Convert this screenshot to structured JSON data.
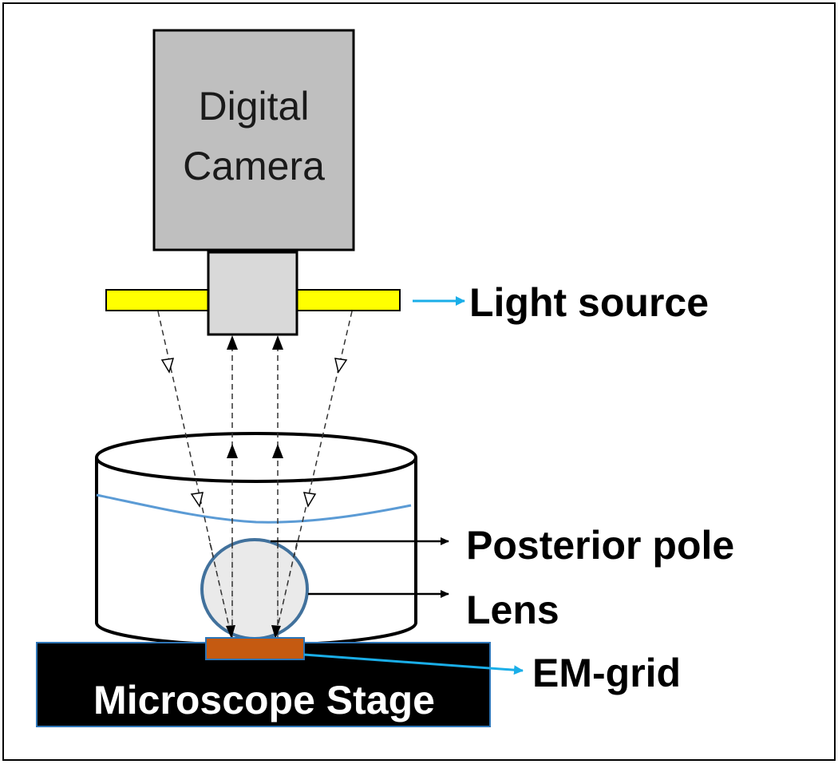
{
  "camera": {
    "line1": "Digital",
    "line2": "Camera"
  },
  "labels": {
    "light_source": "Light source",
    "posterior_pole": "Posterior pole",
    "lens": "Lens",
    "em_grid": "EM-grid"
  },
  "stage": {
    "label": "Microscope Stage"
  },
  "colors": {
    "camera_body": "#bfbfbf",
    "camera_lens": "#d9d9d9",
    "light_source": "#ffff00",
    "pointer_arrow": "#1aaee8",
    "water_line": "#5b9bd5",
    "lens_fill": "#e6e6e6",
    "lens_stroke": "#41719c",
    "em_grid": "#c55a11",
    "stage": "#000000",
    "stage_border": "#2e75b6"
  },
  "icons": {
    "incident_ray": "open-arrowhead",
    "reflected_ray": "filled-arrowhead"
  }
}
